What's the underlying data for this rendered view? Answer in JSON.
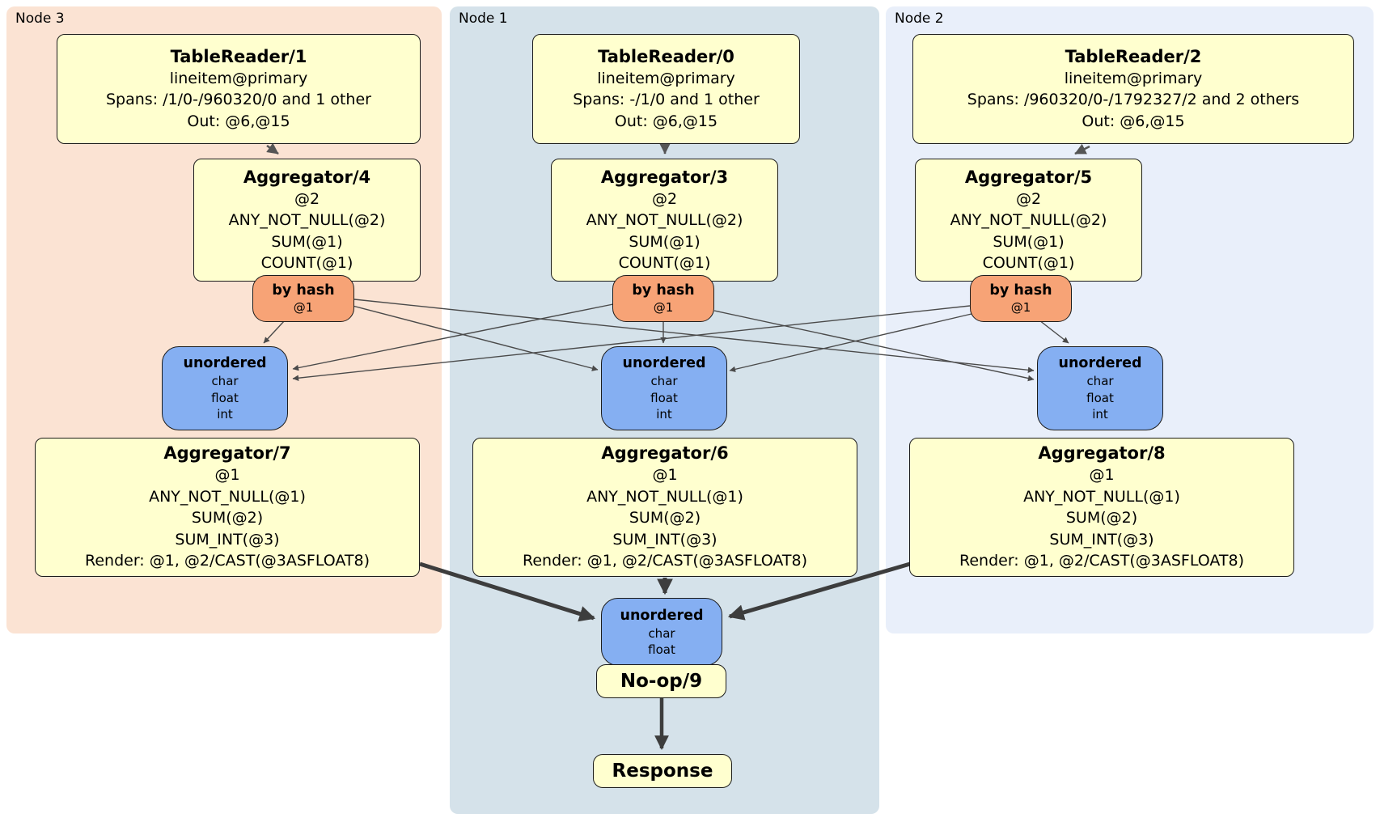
{
  "colors": {
    "node3_bg": "#fbe3d3",
    "node1_bg": "#d5e2ea",
    "node2_bg": "#e9effa",
    "yellow_box": "#ffffcf",
    "router_orange": "#f7a376",
    "sync_blue": "#85aff2",
    "box_border": "#1c1c1c",
    "edge_thin": "#4a4a4a",
    "edge_md": "#555555",
    "edge_thick": "#3d3d3d",
    "text": "#000000"
  },
  "regions": [
    {
      "label": "Node 3",
      "table_reader": {
        "title": "TableReader/1",
        "lines": [
          "lineitem@primary",
          "Spans: /1/0-/960320/0 and 1 other",
          "Out: @6,@15"
        ]
      },
      "aggregator_top": {
        "title": "Aggregator/4",
        "lines": [
          "@2",
          "ANY_NOT_NULL(@2)",
          "SUM(@1)",
          "COUNT(@1)"
        ]
      },
      "router": {
        "title": "by hash",
        "key": "@1"
      },
      "sync": {
        "title": "unordered",
        "lines": [
          "char",
          "float",
          "int"
        ]
      },
      "aggregator_bottom": {
        "title": "Aggregator/7",
        "lines": [
          "@1",
          "ANY_NOT_NULL(@1)",
          "SUM(@2)",
          "SUM_INT(@3)",
          "Render: @1, @2/CAST(@3ASFLOAT8)"
        ]
      }
    },
    {
      "label": "Node 1",
      "table_reader": {
        "title": "TableReader/0",
        "lines": [
          "lineitem@primary",
          "Spans: -/1/0 and 1 other",
          "Out: @6,@15"
        ]
      },
      "aggregator_top": {
        "title": "Aggregator/3",
        "lines": [
          "@2",
          "ANY_NOT_NULL(@2)",
          "SUM(@1)",
          "COUNT(@1)"
        ]
      },
      "router": {
        "title": "by hash",
        "key": "@1"
      },
      "sync": {
        "title": "unordered",
        "lines": [
          "char",
          "float",
          "int"
        ]
      },
      "aggregator_bottom": {
        "title": "Aggregator/6",
        "lines": [
          "@1",
          "ANY_NOT_NULL(@1)",
          "SUM(@2)",
          "SUM_INT(@3)",
          "Render: @1, @2/CAST(@3ASFLOAT8)"
        ]
      }
    },
    {
      "label": "Node 2",
      "table_reader": {
        "title": "TableReader/2",
        "lines": [
          "lineitem@primary",
          "Spans: /960320/0-/1792327/2 and 2 others",
          "Out: @6,@15"
        ]
      },
      "aggregator_top": {
        "title": "Aggregator/5",
        "lines": [
          "@2",
          "ANY_NOT_NULL(@2)",
          "SUM(@1)",
          "COUNT(@1)"
        ]
      },
      "router": {
        "title": "by hash",
        "key": "@1"
      },
      "sync": {
        "title": "unordered",
        "lines": [
          "char",
          "float",
          "int"
        ]
      },
      "aggregator_bottom": {
        "title": "Aggregator/8",
        "lines": [
          "@1",
          "ANY_NOT_NULL(@1)",
          "SUM(@2)",
          "SUM_INT(@3)",
          "Render: @1, @2/CAST(@3ASFLOAT8)"
        ]
      }
    }
  ],
  "final_stage": {
    "sync": {
      "title": "unordered",
      "lines": [
        "char",
        "float"
      ]
    },
    "noop_title": "No-op/9",
    "response_title": "Response"
  }
}
